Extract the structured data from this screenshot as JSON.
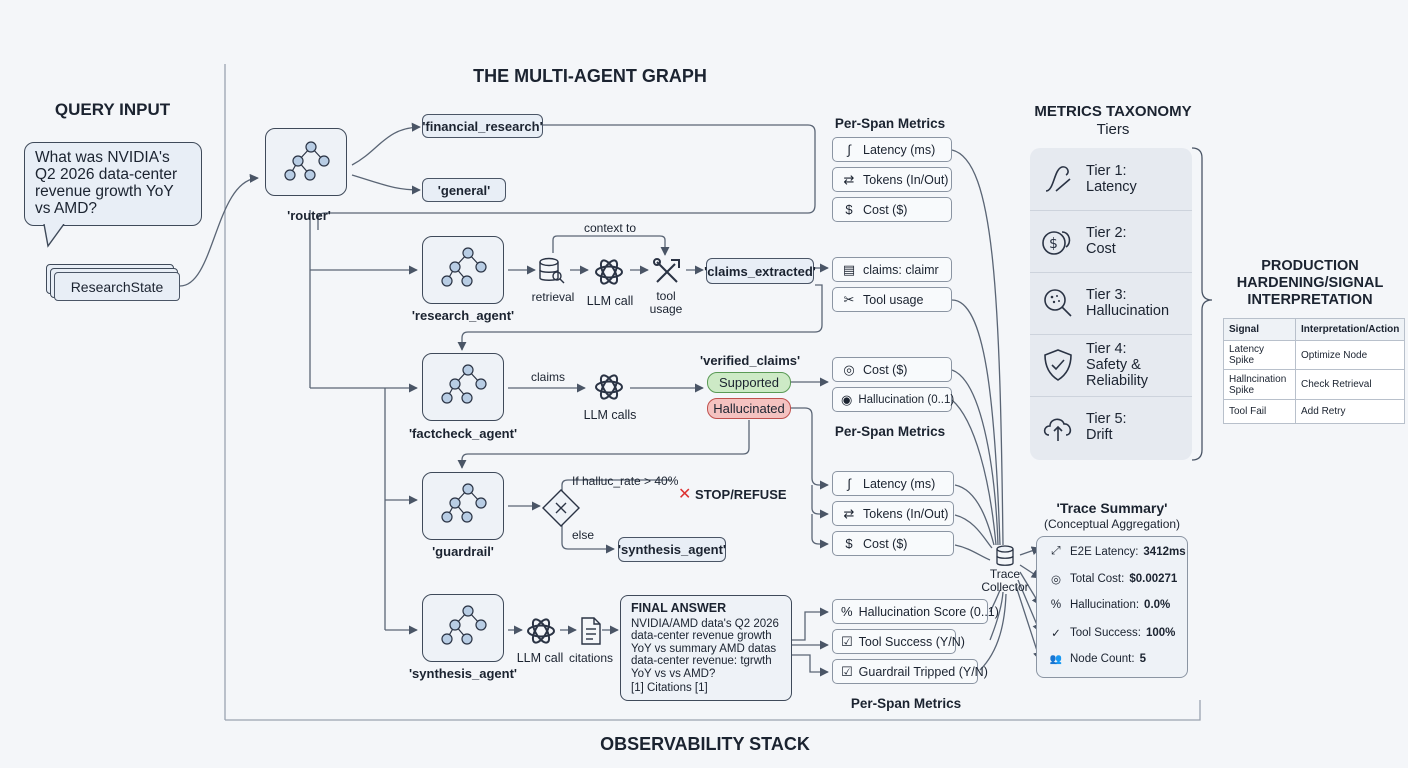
{
  "titles": {
    "query_input": "QUERY INPUT",
    "graph": "THE MULTI-AGENT GRAPH",
    "taxonomy_1": "METRICS TAXONOMY",
    "taxonomy_2": "Tiers",
    "production_1": "PRODUCTION",
    "production_2": "HARDENING/SIGNAL",
    "production_3": "INTERPRETATION",
    "observability": "OBSERVABILITY STACK"
  },
  "query": {
    "text": "What was NVIDIA's Q2 2026 data-center revenue growth YoY vs AMD?",
    "state": "ResearchState"
  },
  "nodes": {
    "router": "'router'",
    "research": "'research_agent'",
    "factcheck": "'factcheck_agent'",
    "guardrail": "'guardrail'",
    "synthesis": "'synthesis_agent'"
  },
  "routes": {
    "financial": "'financial_research'",
    "general": "'general'",
    "claims_extracted": "'claims_extracted'",
    "verified_claims": "'verified_claims'",
    "supported": "Supported",
    "hallucinated": "Hallucinated",
    "synthesis_agent": "'synthesis_agent'"
  },
  "labels": {
    "context_to": "context to",
    "retrieval": "retrieval",
    "llm_call": "LLM call",
    "tool_usage_1": "tool",
    "tool_usage_2": "usage",
    "claims": "claims",
    "llm_calls": "LLM calls",
    "if_halluc": "If halluc_rate > 40%",
    "stop_refuse": "STOP/REFUSE",
    "else": "else",
    "llm_call_2": "LLM call",
    "citations": "citations",
    "trace_collector_1": "Trace",
    "trace_collector_2": "Collector"
  },
  "per_span_titles": [
    "Per-Span Metrics",
    "Per-Span Metrics",
    "Per-Span Metrics"
  ],
  "metrics": {
    "group1": [
      {
        "icon": "latency-icon",
        "glyph": "∫",
        "label": "Latency (ms)"
      },
      {
        "icon": "tokens-icon",
        "glyph": "⇄",
        "label": "Tokens (In/Out)"
      },
      {
        "icon": "cost-icon",
        "glyph": "$",
        "label": "Cost ($)"
      }
    ],
    "group2": [
      {
        "icon": "claims-icon",
        "glyph": "▤",
        "label": "claims: claimr"
      },
      {
        "icon": "tool-icon",
        "glyph": "✂",
        "label": "Tool usage"
      }
    ],
    "group3": [
      {
        "icon": "cost-icon",
        "glyph": "◎",
        "label": "Cost ($)"
      },
      {
        "icon": "hallucination-icon",
        "glyph": "◉",
        "label": "Hallucination (0..1)"
      }
    ],
    "group4": [
      {
        "icon": "latency-icon",
        "glyph": "∫",
        "label": "Latency (ms)"
      },
      {
        "icon": "tokens-icon",
        "glyph": "⇄",
        "label": "Tokens (In/Out)"
      },
      {
        "icon": "cost-icon",
        "glyph": "$",
        "label": "Cost ($)"
      }
    ],
    "group5": [
      {
        "icon": "hallucination-score-icon",
        "glyph": "%",
        "label": "Hallucination Score (0..1)"
      },
      {
        "icon": "tool-success-icon",
        "glyph": "☑",
        "label": "Tool Success (Y/N)"
      },
      {
        "icon": "guardrail-icon",
        "glyph": "☑",
        "label": "Guardrail Tripped (Y/N)"
      }
    ]
  },
  "final_answer": {
    "title": "FINAL ANSWER",
    "body": "NVIDIA/AMD data's Q2 2026 data-center revenue growth YoY vs summary AMD datas data-center revenue: tɡrwth YoY vs vs AMD?",
    "citations": "[1] Citations [1]"
  },
  "tiers": [
    {
      "icon": "latency-tier-icon",
      "line1": "Tier 1:",
      "line2": "Latency",
      "line3": ""
    },
    {
      "icon": "cost-tier-icon",
      "line1": "Tier 2:",
      "line2": "Cost",
      "line3": ""
    },
    {
      "icon": "hallucination-tier-icon",
      "line1": "Tier 3:",
      "line2": "Hallucination",
      "line3": ""
    },
    {
      "icon": "safety-tier-icon",
      "line1": "Tier 4:",
      "line2": "Safety &",
      "line3": "Reliability"
    },
    {
      "icon": "drift-tier-icon",
      "line1": "Tier 5:",
      "line2": "Drift",
      "line3": ""
    }
  ],
  "signal_table": {
    "headers": [
      "Signal",
      "Interpretation/Action"
    ],
    "rows": [
      [
        "Latency Spike",
        "Optimize Node"
      ],
      [
        "Hallncination Spike",
        "Check Retrieval"
      ],
      [
        "Tool Fail",
        "Add Retry"
      ]
    ]
  },
  "trace_summary": {
    "title": "'Trace Summary'",
    "subtitle": "(Conceptual Aggregation)",
    "rows": [
      {
        "icon": "latency-arrow-icon",
        "glyph": "⤢",
        "label": "E2E Latency: ",
        "value": "3412ms"
      },
      {
        "icon": "coins-icon",
        "glyph": "◎",
        "label": "Total Cost: ",
        "value": "$0.00271"
      },
      {
        "icon": "percent-icon",
        "glyph": "%",
        "label": "Hallucination: ",
        "value": "0.0%"
      },
      {
        "icon": "check-circle-icon",
        "glyph": "✓",
        "label": "Tool Success: ",
        "value": "100%"
      },
      {
        "icon": "users-icon",
        "glyph": "👥",
        "label": "Node Count: ",
        "value": "5"
      }
    ]
  }
}
